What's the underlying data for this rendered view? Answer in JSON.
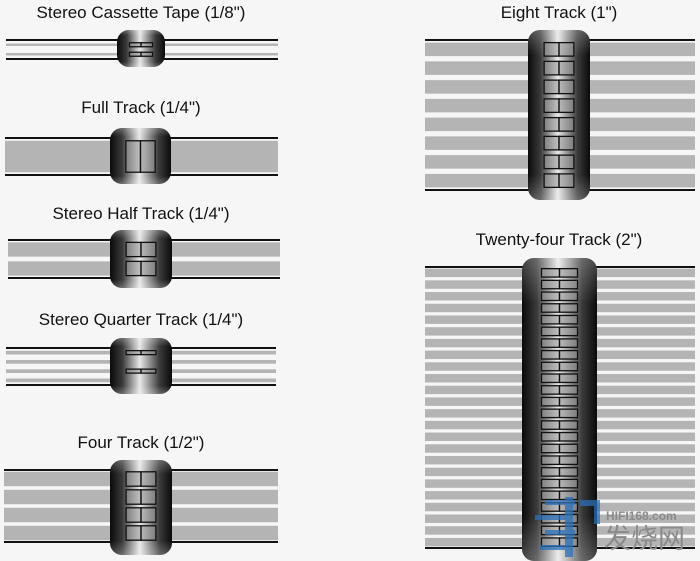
{
  "diagrams": [
    {
      "title": "Stereo Cassette Tape (1/8\")",
      "tracks": 2,
      "head_gap_tracks": [
        0,
        1
      ],
      "gap_columns": 2
    },
    {
      "title": "Full Track (1/4\")",
      "tracks": 1,
      "head_gap_tracks": [
        0
      ],
      "gap_columns": 2
    },
    {
      "title": "Stereo Half Track (1/4\")",
      "tracks": 2,
      "head_gap_tracks": [
        0,
        1
      ],
      "gap_columns": 2
    },
    {
      "title": "Stereo Quarter Track (1/4\")",
      "tracks": 4,
      "head_gap_tracks": [
        0,
        2
      ],
      "gap_columns": 2
    },
    {
      "title": "Four Track (1/2\")",
      "tracks": 4,
      "head_gap_tracks": [
        0,
        1,
        2,
        3
      ],
      "gap_columns": 2
    },
    {
      "title": "Eight Track (1\")",
      "tracks": 8,
      "head_gap_tracks": [
        0,
        1,
        2,
        3,
        4,
        5,
        6,
        7
      ],
      "gap_columns": 2
    },
    {
      "title": "Twenty-four Track (2\")",
      "tracks": 24,
      "head_gap_tracks": [
        0,
        1,
        2,
        3,
        4,
        5,
        6,
        7,
        8,
        9,
        10,
        11,
        12,
        13,
        14,
        15,
        16,
        17,
        18,
        19,
        20,
        21,
        22,
        23
      ],
      "gap_columns": 2
    }
  ],
  "watermark": {
    "site": "HIFI168.com",
    "name": "发烧网"
  },
  "colors": {
    "track": "#b4b4b4",
    "tape_edge": "#111111",
    "gap": "#9a9a9a",
    "watermark_blue": "#2a6fb8"
  }
}
